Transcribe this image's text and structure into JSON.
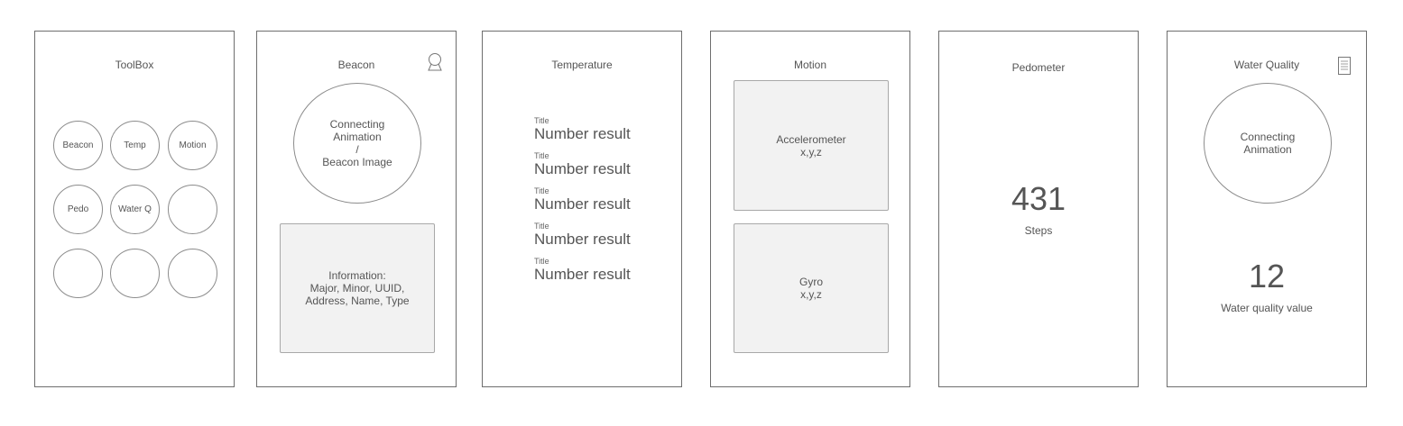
{
  "toolbox": {
    "title": "ToolBox",
    "buttons": [
      "Beacon",
      "Temp",
      "Motion",
      "Pedo",
      "Water Q",
      "",
      "",
      "",
      ""
    ]
  },
  "beacon": {
    "title": "Beacon",
    "icon": "user-icon",
    "circle_lines": [
      "Connecting",
      "Animation",
      "/",
      "Beacon Image"
    ],
    "info_lines": [
      "Information:",
      "Major, Minor, UUID,",
      "Address, Name, Type"
    ]
  },
  "temperature": {
    "title": "Temperature",
    "items": [
      {
        "label": "Title",
        "value": "Number result"
      },
      {
        "label": "Title",
        "value": "Number result"
      },
      {
        "label": "Title",
        "value": "Number result"
      },
      {
        "label": "Title",
        "value": "Number result"
      },
      {
        "label": "Title",
        "value": "Number result"
      }
    ]
  },
  "motion": {
    "title": "Motion",
    "accelerometer": {
      "label": "Accelerometer",
      "axes": "x,y,z"
    },
    "gyro": {
      "label": "Gyro",
      "axes": "x,y,z"
    }
  },
  "pedometer": {
    "title": "Pedometer",
    "steps": "431",
    "steps_label": "Steps"
  },
  "water_quality": {
    "title": "Water Quality",
    "icon": "document-icon",
    "circle_lines": [
      "Connecting",
      "Animation"
    ],
    "value": "12",
    "value_label": "Water quality value"
  }
}
